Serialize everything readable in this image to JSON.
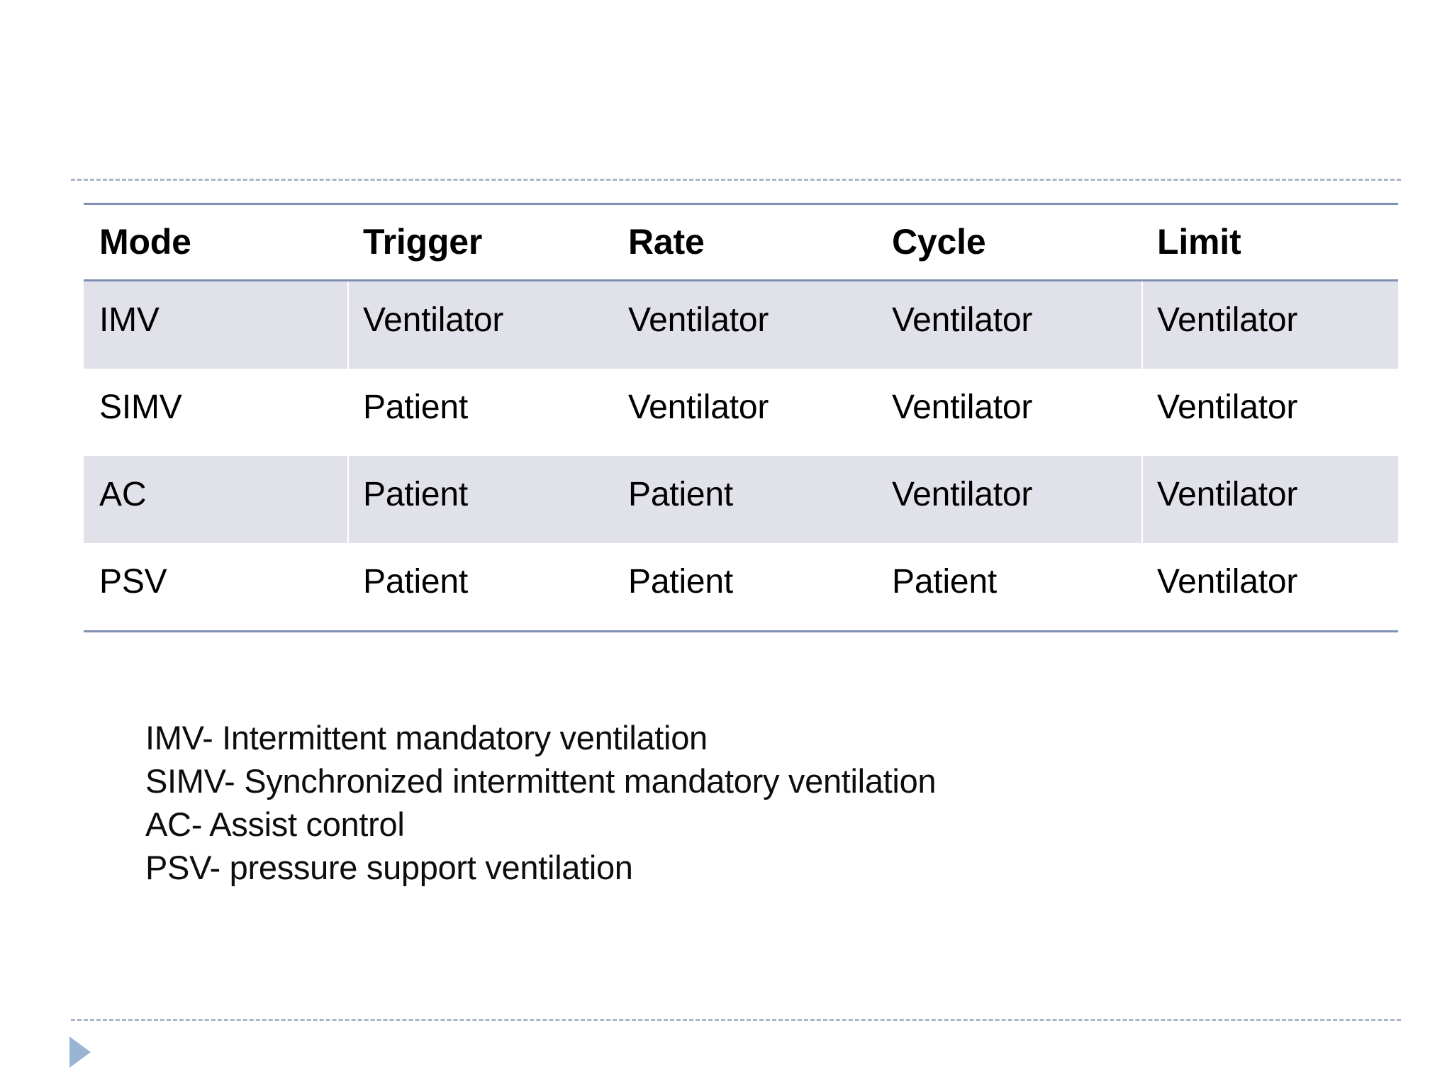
{
  "slide": {
    "background_color": "#ffffff",
    "rule_color": "#aab6c8",
    "table_border_color": "#7f90b4",
    "band_color": "#e0e1e9",
    "ornament_color": "#9ab5d1"
  },
  "table": {
    "headers": [
      "Mode",
      "Trigger",
      "Rate",
      "Cycle",
      "Limit"
    ],
    "rows": [
      {
        "mode": "IMV",
        "trigger": "Ventilator",
        "rate": "Ventilator",
        "cycle": "Ventilator",
        "limit": "Ventilator"
      },
      {
        "mode": "SIMV",
        "trigger": "Patient",
        "rate": "Ventilator",
        "cycle": "Ventilator",
        "limit": "Ventilator"
      },
      {
        "mode": "AC",
        "trigger": "Patient",
        "rate": "Patient",
        "cycle": "Ventilator",
        "limit": "Ventilator"
      },
      {
        "mode": "PSV",
        "trigger": "Patient",
        "rate": "Patient",
        "cycle": "Patient",
        "limit": "Ventilator"
      }
    ]
  },
  "legend": {
    "lines": [
      "IMV- Intermittent mandatory ventilation",
      "SIMV- Synchronized intermittent mandatory ventilation",
      "AC- Assist control",
      "PSV- pressure support ventilation"
    ]
  },
  "ornament": {
    "triangle_icon": "play-triangle-icon"
  }
}
